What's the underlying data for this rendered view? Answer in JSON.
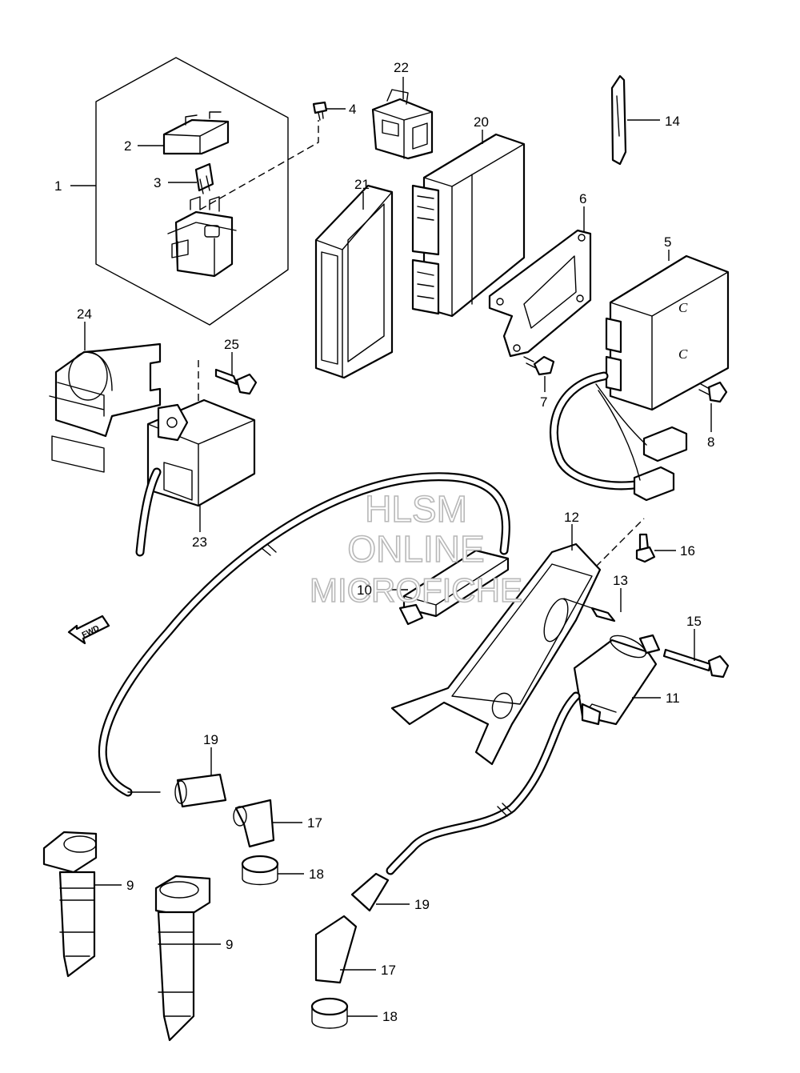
{
  "watermark": {
    "line1": "HLSM",
    "line2": "ONLINE",
    "line3": "MICROFICHE"
  },
  "direction_arrow": {
    "label": "FWD"
  },
  "coil_letters": [
    "C",
    "C"
  ],
  "callouts": [
    "1",
    "2",
    "3",
    "4",
    "22",
    "20",
    "14",
    "21",
    "6",
    "5",
    "24",
    "25",
    "7",
    "8",
    "23",
    "12",
    "16",
    "10",
    "13",
    "15",
    "11",
    "19",
    "17",
    "18",
    "9",
    "9",
    "19",
    "17",
    "18"
  ]
}
